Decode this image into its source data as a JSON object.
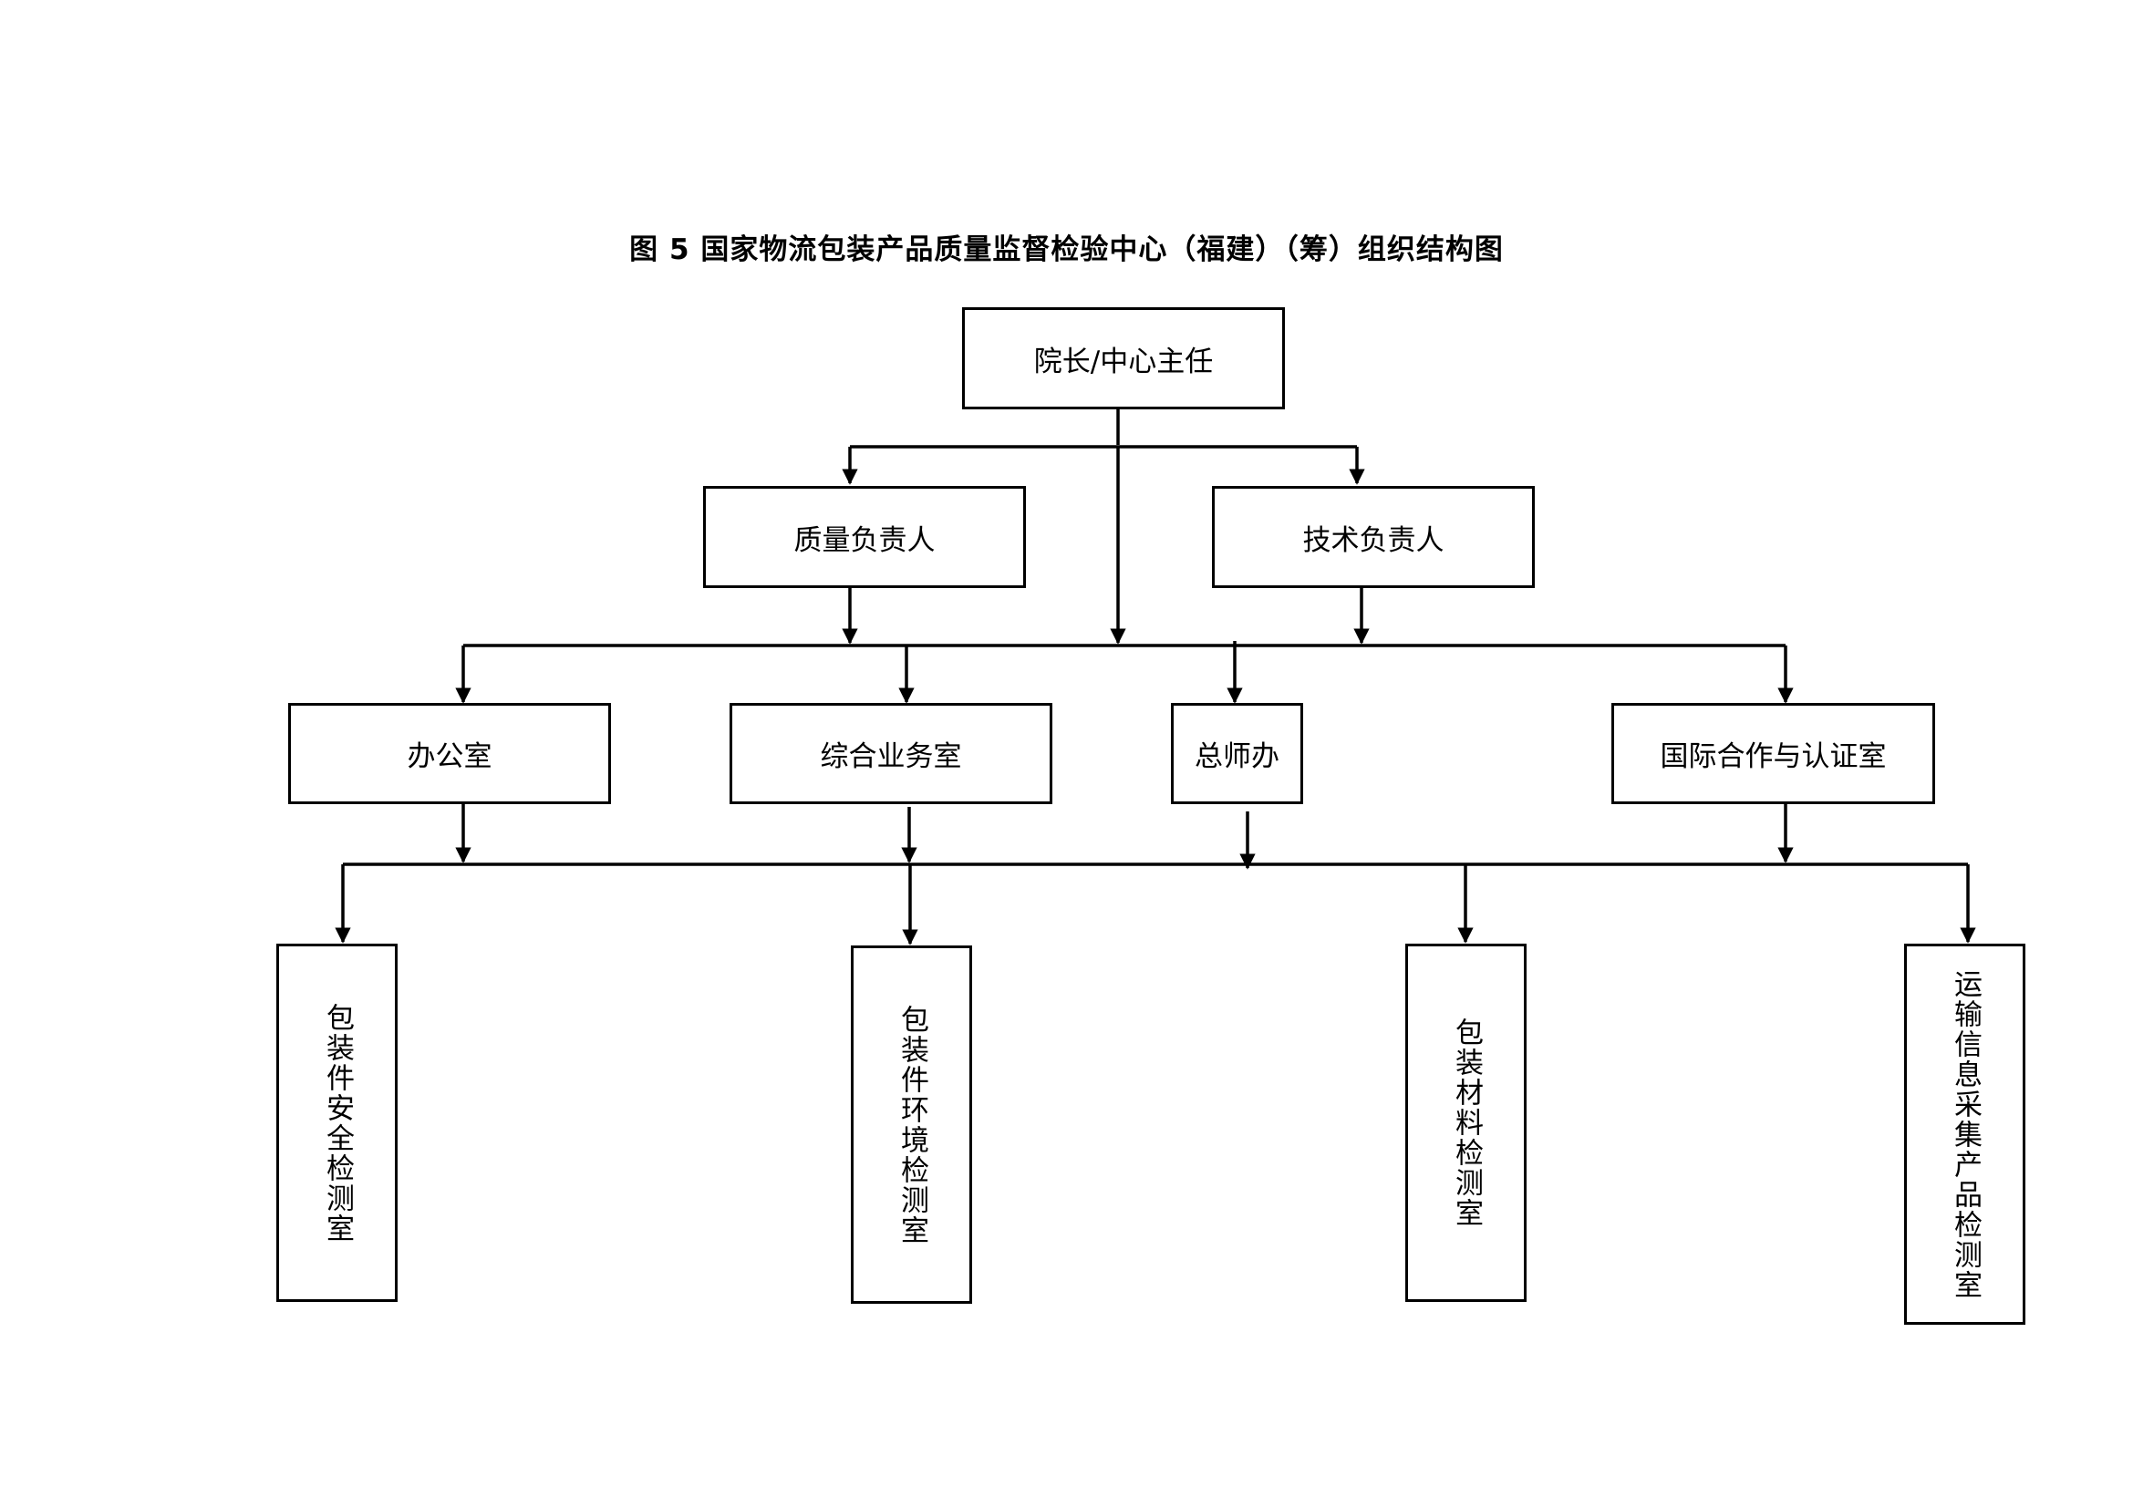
{
  "title": "图 5 国家物流包装产品质量监督检验中心（福建）（筹）组织结构图",
  "nodes": {
    "director": "院长/中心主任",
    "quality_lead": "质量负责人",
    "tech_lead": "技术负责人",
    "office": "办公室",
    "general_affairs": "综合业务室",
    "chief_engineer_office": "总师办",
    "intl_cert": "国际合作与认证室",
    "lab_safety": "包装件安全检测室",
    "lab_environment": "包装件环境检测室",
    "lab_materials": "包装材料检测室",
    "lab_transport": "运输信息采集产品检测室"
  }
}
